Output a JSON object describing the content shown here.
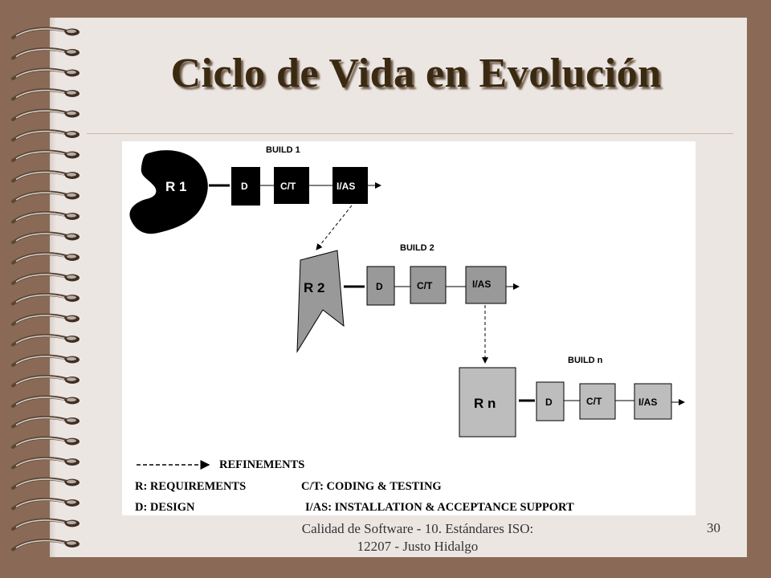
{
  "slide": {
    "title": "Ciclo de Vida en Evolución",
    "footer_line1": "Calidad de Software - 10. Estándares ISO:",
    "footer_line2": "12207 - Justo Hidalgo",
    "page_number": "30"
  },
  "diagram": {
    "builds": [
      {
        "title": "BUILD 1",
        "req": "R 1",
        "d": "D",
        "ct": "C/T",
        "ias": "I/AS"
      },
      {
        "title": "BUILD 2",
        "req": "R 2",
        "d": "D",
        "ct": "C/T",
        "ias": "I/AS"
      },
      {
        "title": "BUILD n",
        "req": "R n",
        "d": "D",
        "ct": "C/T",
        "ias": "I/AS"
      }
    ],
    "legend": {
      "refinements": "REFINEMENTS",
      "requirements": "R: REQUIREMENTS",
      "coding": "C/T: CODING & TESTING",
      "design": "D: DESIGN",
      "installation": "I/AS: INSTALLATION & ACCEPTANCE SUPPORT"
    },
    "colors": {
      "build1_fill": "#000000",
      "build2_fill": "#999999",
      "buildn_fill": "#bdbdbd",
      "paper": "#ece6e3",
      "background": "#8a6a56",
      "title": "#3a2a12"
    }
  }
}
